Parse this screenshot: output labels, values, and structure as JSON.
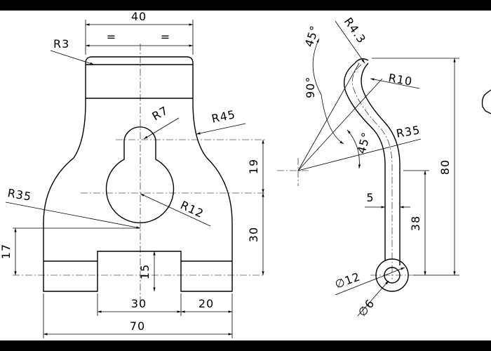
{
  "front_view": {
    "dim_width_top": "40",
    "equal_left": "=",
    "equal_right": "=",
    "radius_corner": "R3",
    "radius_slot_top": "R7",
    "radius_side_upper": "R45",
    "radius_side_lower": "R35",
    "radius_slot_bottom": "R12",
    "dim_slot_height": "19",
    "dim_hole_height": "30",
    "dim_foot_height": "17",
    "dim_notch_depth": "15",
    "dim_notch_width": "30",
    "dim_foot_width": "20",
    "dim_total_width": "70"
  },
  "side_view": {
    "radius_tip": "R4.3",
    "angle_tip": "45°",
    "angle_arc": "90°",
    "radius_bend_top": "R10",
    "radius_bend": "R35",
    "angle_lower": "45°",
    "dim_thickness": "5",
    "dim_lower_height": "38",
    "dim_total_height": "80",
    "dia_outer": "∅12",
    "dia_inner": "∅6"
  }
}
